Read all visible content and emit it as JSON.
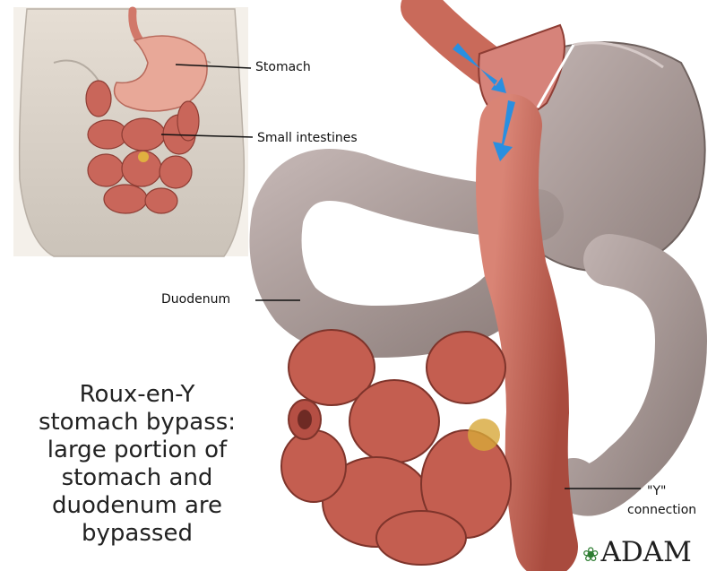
{
  "labels": {
    "stomach": "Stomach",
    "small_intestines": "Small intestines",
    "duodenum": "Duodenum",
    "y_connection_line1": "\"Y\"",
    "y_connection_line2": "connection"
  },
  "caption": {
    "lines": [
      "Roux-en-Y",
      "stomach bypass:",
      "large portion of",
      "stomach and",
      "duodenum are",
      "bypassed"
    ]
  },
  "logo": {
    "text": "ADAM"
  },
  "colors": {
    "intestine": "#c96a5a",
    "stomach_bypassed": "#a99a98",
    "arrow": "#2a8fe0",
    "skin": "#d9d2c8"
  }
}
